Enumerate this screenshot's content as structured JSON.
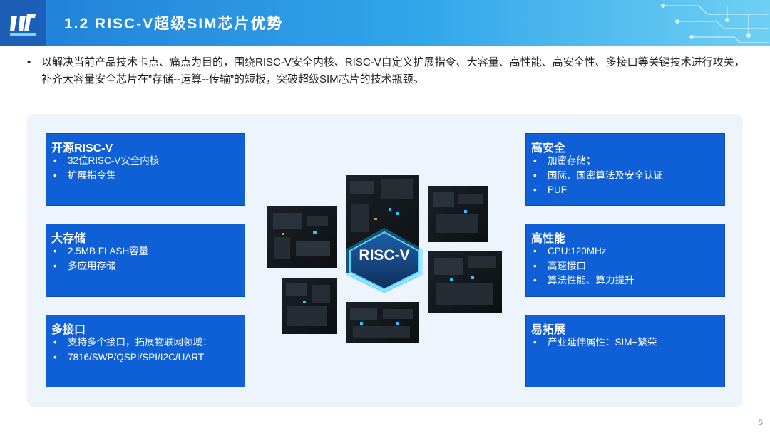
{
  "header": {
    "title": "1.2 RISC-V超级SIM芯片优势",
    "logo_icon": "ut-logo-icon"
  },
  "intro": {
    "bullet": "•",
    "text": "以解决当前产品技术卡点、痛点为目的，围绕RISC-V安全内核、RISC-V自定义扩展指令、大容量、高性能、高安全性、多接口等关键技术进行攻关，补齐大容量安全芯片在”存储--运算--传输”的短板，突破超级SIM芯片的技术瓶颈。"
  },
  "left_boxes": [
    {
      "heading": "开源RISC-V",
      "items": [
        "32位RISC-V安全内核",
        "扩展指令集"
      ]
    },
    {
      "heading": "大存储",
      "items": [
        "2.5MB FLASH容量",
        "多应用存储"
      ]
    },
    {
      "heading": "多接口",
      "items": [
        "支持多个接口，拓展物联网领域：",
        "7816/SWP/QSPI/SPI/I2C/UART"
      ]
    }
  ],
  "right_boxes": [
    {
      "heading": "高安全",
      "items": [
        "加密存储；",
        "国际、国密算法及安全认证",
        "PUF"
      ]
    },
    {
      "heading": "高性能",
      "items": [
        "CPU:120MHz",
        "高速接口",
        "算法性能、算力提升"
      ]
    },
    {
      "heading": "易拓展",
      "items": [
        "产业延伸属性：SIM+繁荣"
      ]
    }
  ],
  "chip": {
    "label": "RISC-V"
  },
  "page_number": "5",
  "colors": {
    "box_blue": "#0f5fd6",
    "header_start": "#1f7fd8",
    "header_end": "#6fd0f3",
    "chip_glow": "#2fc3ff"
  }
}
